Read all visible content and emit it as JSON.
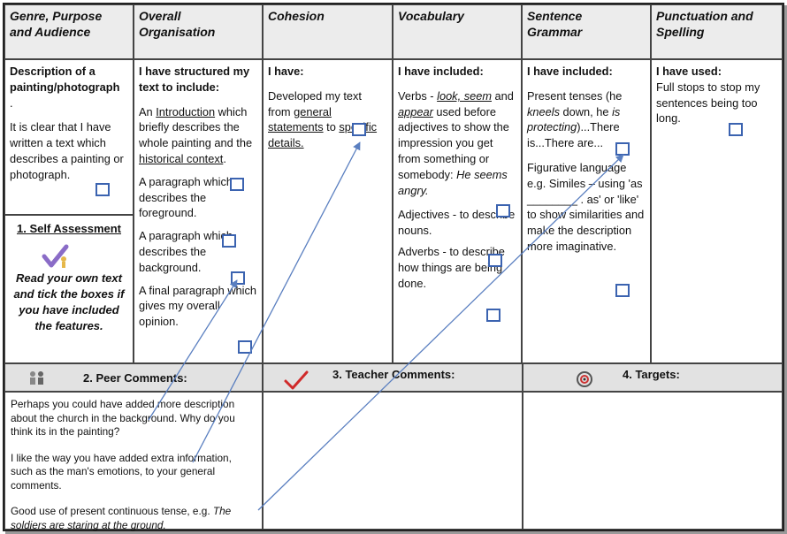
{
  "headers": [
    {
      "line1": "Genre, Purpose",
      "line2": "and Audience"
    },
    {
      "line1": "Overall",
      "line2": "Organisation"
    },
    {
      "line1": "Cohesion",
      "line2": ""
    },
    {
      "line1": "Vocabulary",
      "line2": ""
    },
    {
      "line1": "Sentence",
      "line2": "Grammar"
    },
    {
      "line1": "Punctuation and",
      "line2": "Spelling"
    }
  ],
  "genre": {
    "title": "Description of a painting/photograph",
    "dot": ".",
    "text": "It is clear that I have written a text which describes a painting or photograph."
  },
  "self_assessment": {
    "title": "1. Self Assessment",
    "text": "Read your own text and tick the boxes if you have included the features."
  },
  "organisation": {
    "intro": "I have structured my text to include:",
    "p1_a": "An ",
    "p1_b": "Introduction",
    "p1_c": " which briefly describes the whole painting and the ",
    "p1_d": "historical context",
    "p1_e": ".",
    "p2": "A paragraph which describes the foreground.",
    "p3": "A paragraph which describes the background.",
    "p4": "A final paragraph which gives my overall opinion."
  },
  "cohesion": {
    "intro": "I have:",
    "t_a": "Developed my text from ",
    "t_b": "general statements",
    "t_c": " to ",
    "t_d": "specific details."
  },
  "vocabulary": {
    "intro": "I have included:",
    "v_a": "Verbs - ",
    "v_b": "look, seem",
    "v_c": " and ",
    "v_d": "appear",
    "v_e": " used before adjectives to show the impression you get from something or somebody: ",
    "v_f": "He seems angry.",
    "adj": "Adjectives - to describe nouns.",
    "adv": "Adverbs - to describe how things are being done."
  },
  "grammar": {
    "intro": "I have included:",
    "g_a": "Present tenses (he ",
    "g_b": "kneels",
    "g_c": " down, he ",
    "g_d": "is protecting",
    "g_e": ")...There is...There are...",
    "fig": "Figurative language e.g. Similes – using 'as ________ . as' or 'like' to show similarities and make the description more imaginative."
  },
  "punctuation": {
    "intro": "I have used:",
    "text": "Full stops to stop my sentences being too long."
  },
  "bottom": {
    "peer_title": "2. Peer Comments:",
    "teacher_title": "3. Teacher Comments:",
    "targets_title": "4. Targets:",
    "peer_comments": [
      "Perhaps you could have added more description about the church in the background. Why do you think its in the painting?",
      "I like the way you have added extra information, such as the man's emotions, to your general comments."
    ],
    "last_a": "Good use of present continuous  tense, e.g. ",
    "last_b": "The soldiers are staring at the ground."
  },
  "colors": {
    "tick_box": "#3b63b0",
    "arrow": "#5a7fc0",
    "tick_mark": "#d02a2a"
  },
  "icons": [
    "tick-person-icon",
    "two-people-icon",
    "red-tick-icon",
    "target-icon"
  ]
}
